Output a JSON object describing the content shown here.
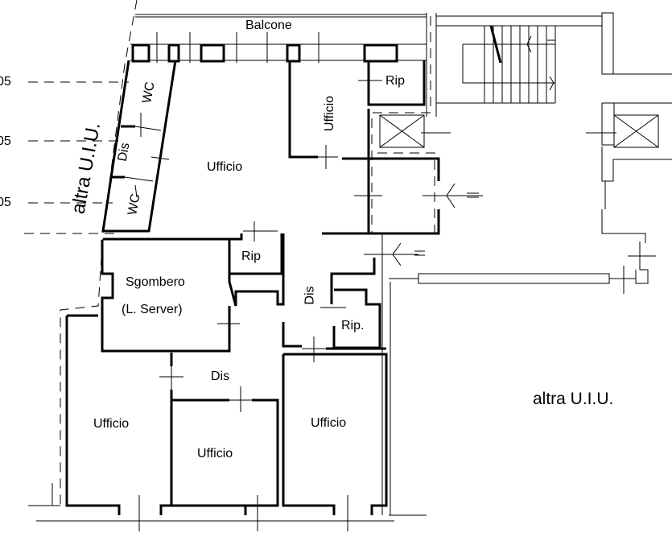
{
  "title": "Floor plan",
  "labels": {
    "balcone": "Balcone",
    "rip_top": "Rip",
    "ufficio_vertical": "Ufficio",
    "wc_top": "WC",
    "dis_left": "Dis",
    "wc_bottom": "WC",
    "ufficio_main": "Ufficio",
    "altra_left": "altra U.I.U.",
    "rip_mid": "Rip",
    "sgombero": "Sgombero",
    "server": "(L. Server)",
    "dis_vertical": "Dis",
    "rip_dot": "Rip.",
    "dis_center": "Dis",
    "ufficio_bl": "Ufficio",
    "ufficio_bm": "Ufficio",
    "ufficio_br": "Ufficio",
    "altra_right": "altra U.I.U.",
    "dim_1": "05",
    "dim_2": "05",
    "dim_3": "05"
  }
}
